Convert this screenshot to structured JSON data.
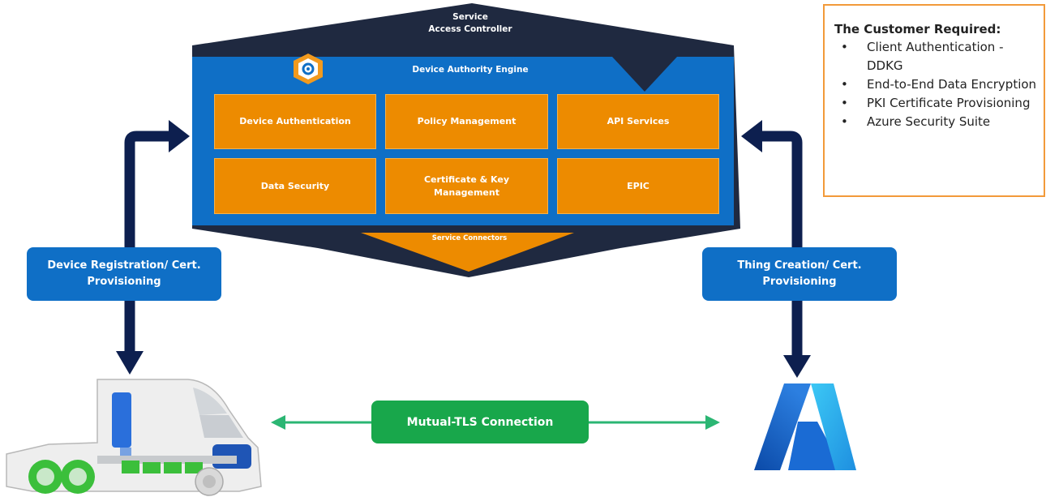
{
  "service_controller": {
    "title_line1": "Service",
    "title_line2": "Access Controller"
  },
  "engine": {
    "title": "Device Authority Engine",
    "modules": [
      "Device Authentication",
      "Policy Management",
      "API Services",
      "Data Security",
      "Certificate & Key Management",
      "EPIC"
    ]
  },
  "service_connectors": "Service Connectors",
  "left_flow": {
    "label": "Device Registration/ Cert. Provisioning"
  },
  "right_flow": {
    "label": "Thing Creation/ Cert. Provisioning"
  },
  "connection": {
    "label": "Mutual-TLS Connection"
  },
  "requirements": {
    "title": "The Customer Required:",
    "items": [
      "Client Authentication - DDKG",
      "End-to-End Data Encryption",
      "PKI Certificate Provisioning",
      "Azure Security Suite"
    ]
  },
  "colors": {
    "controller_dark": "#1f2940",
    "engine_blue": "#0f6fc6",
    "module_orange": "#ed8b00",
    "arrow_navy": "#0d1f4f",
    "tls_green": "#18a74b",
    "requirements_border": "#f29a3a"
  },
  "icons": [
    "device-authority-logo-icon",
    "truck-icon",
    "azure-logo-icon"
  ]
}
